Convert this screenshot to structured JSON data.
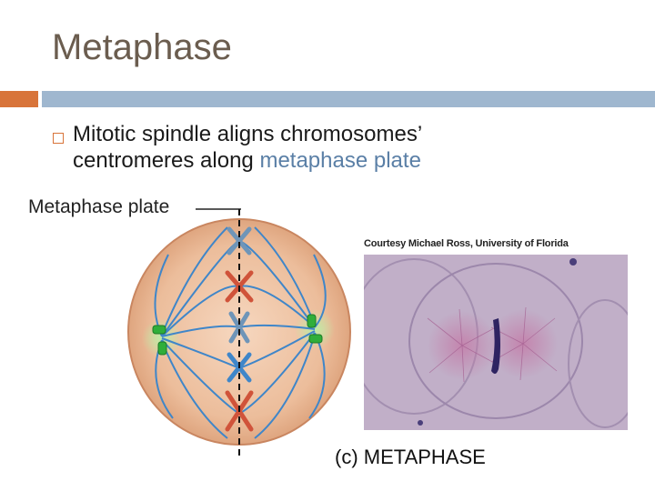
{
  "slide": {
    "title": "Metaphase",
    "bullet_line1": "Mitotic spindle aligns chromosomes’",
    "bullet_line2_prefix": "centromeres along ",
    "bullet_line2_highlight": "metaphase plate",
    "diagram_label": "Metaphase plate",
    "photo_credit": "Courtesy Michael Ross, University of Florida",
    "caption": "(c) METAPHASE"
  },
  "colors": {
    "title": "#6b5d4f",
    "accent_orange": "#d8743a",
    "accent_blue": "#9fb7cf",
    "highlight_text": "#5a7fa6",
    "cell_fill": "#e9b591",
    "spindle": "#3f86c9",
    "chromosome_red": "#d0533a",
    "centrosome": "#2fae3a"
  },
  "icons": {
    "bullet": "hollow-square-bullet-icon"
  }
}
